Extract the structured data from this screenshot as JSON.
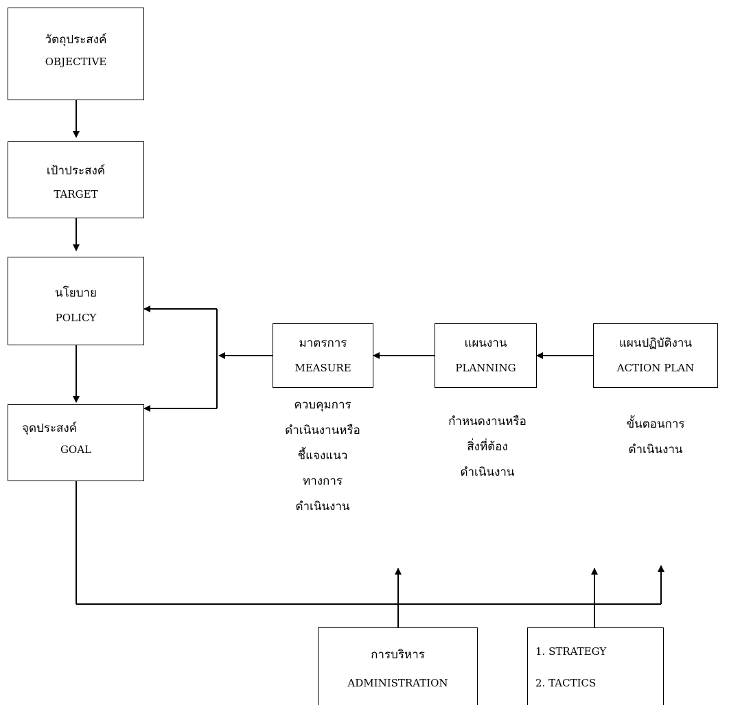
{
  "boxes": {
    "objective": {
      "th": "วัตถุประสงค์",
      "en": "OBJECTIVE"
    },
    "target": {
      "th": "เป้าประสงค์",
      "en": "TARGET"
    },
    "policy": {
      "th": "นโยบาย",
      "en": "POLICY"
    },
    "goal": {
      "th": "จุดประสงค์",
      "en": "GOAL"
    },
    "measure": {
      "th": "มาตรการ",
      "en": "MEASURE"
    },
    "planning": {
      "th": "แผนงาน",
      "en": "PLANNING"
    },
    "action_plan": {
      "th": "แผนปฏิบัติงาน",
      "en": "ACTION PLAN"
    },
    "administration": {
      "th": "การบริหาร",
      "en": "ADMINISTRATION"
    },
    "strategy": {
      "line1": "1. STRATEGY",
      "line2": "2. TACTICS"
    }
  },
  "notes": {
    "measure": [
      "ควบคุมการ",
      "ดำเนินงานหรือ",
      "ชี้แจงแนว",
      "ทางการ",
      "ดำเนินงาน"
    ],
    "planning": [
      "กำหนดงานหรือ",
      "สิ่งที่ต้อง",
      "ดำเนินงาน"
    ],
    "action_plan": [
      "ขั้นตอนการ",
      "ดำเนินงาน"
    ]
  }
}
